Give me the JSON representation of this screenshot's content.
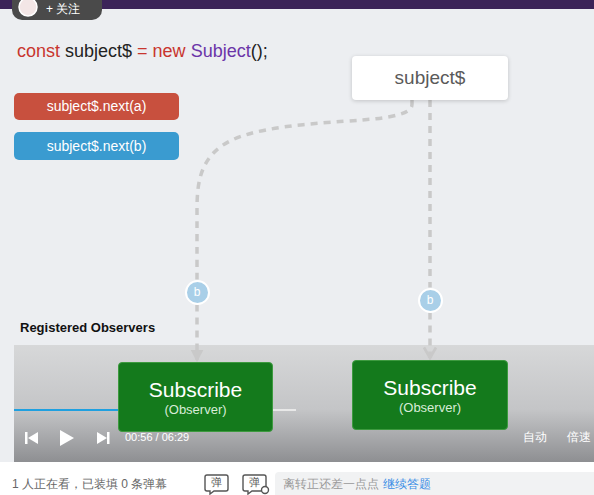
{
  "diagram": {
    "nodes": [
      {
        "text": [
          "subject$"
        ]
      },
      {
        "text": [
          "subject$.next(a)"
        ]
      },
      {
        "text": [
          "subject$.next(b)"
        ]
      },
      {
        "text": [
          "b"
        ]
      },
      {
        "text": [
          "b"
        ]
      },
      {
        "text": [
          "Subscribe",
          "(Observer)"
        ]
      },
      {
        "text": [
          "Subscribe",
          "(Observer)"
        ]
      }
    ],
    "edges": [
      {
        "from": 0,
        "to": 3,
        "arrow": "none"
      },
      {
        "from": 3,
        "to": 5,
        "arrow": "to"
      },
      {
        "from": 0,
        "to": 4,
        "arrow": "none"
      },
      {
        "from": 4,
        "to": 6,
        "arrow": "to"
      }
    ],
    "labels": [
      "+ 关注",
      "const",
      "subject$",
      "=",
      "new",
      "Subject",
      "();",
      "Registered Observers",
      "00:56 / 06:29",
      "自动",
      "倍速",
      "1 人正在看，已装填 0 条弹幕",
      "弹",
      "弹",
      "离转正还差一点点",
      "继续答题"
    ]
  }
}
